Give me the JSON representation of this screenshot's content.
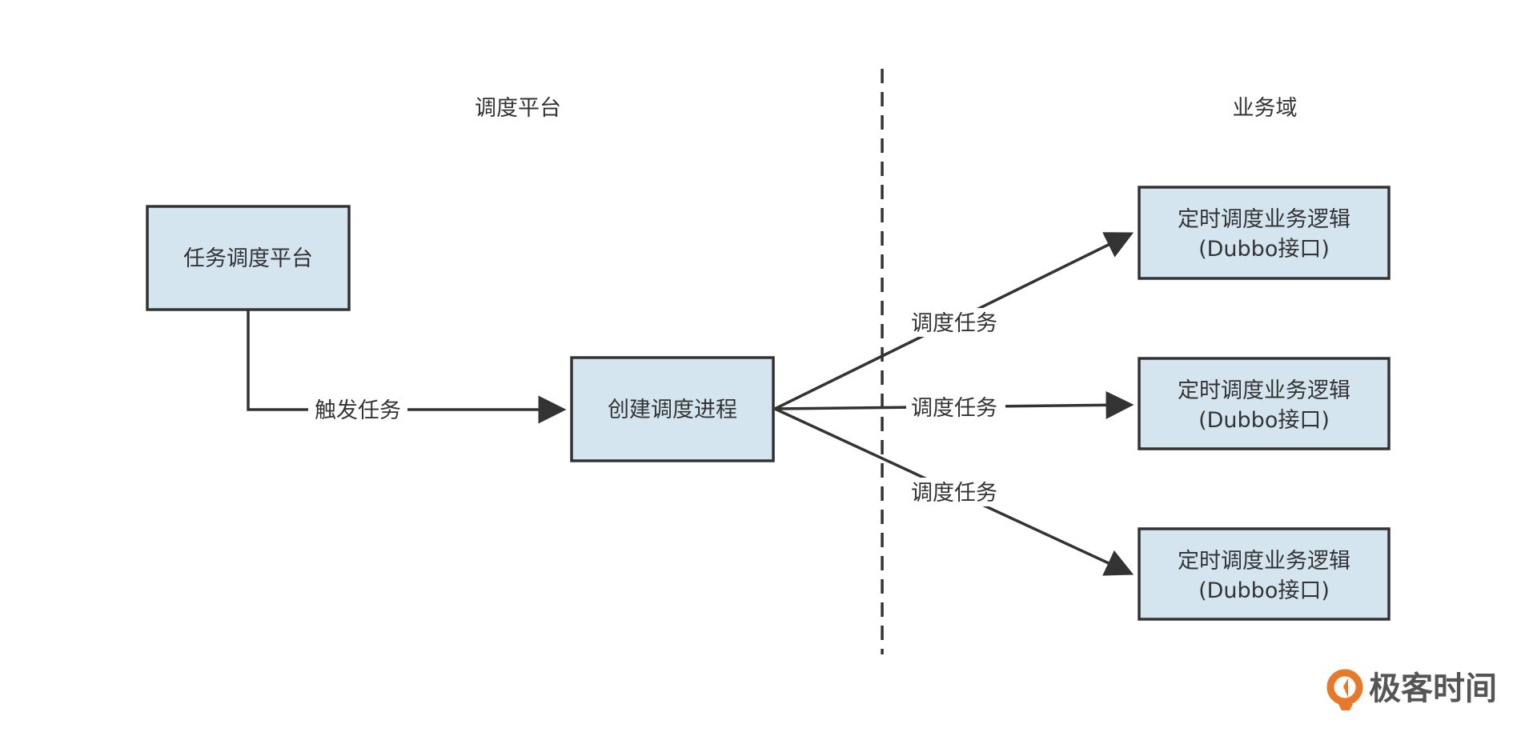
{
  "sections": {
    "left_title": "调度平台",
    "right_title": "业务域"
  },
  "nodes": {
    "task_platform": "任务调度平台",
    "create_process": "创建调度进程",
    "biz_logic": [
      {
        "line1": "定时调度业务逻辑",
        "line2": "(Dubbo接口)"
      },
      {
        "line1": "定时调度业务逻辑",
        "line2": "(Dubbo接口)"
      },
      {
        "line1": "定时调度业务逻辑",
        "line2": "(Dubbo接口)"
      }
    ]
  },
  "edges": {
    "trigger": "触发任务",
    "dispatch": [
      "调度任务",
      "调度任务",
      "调度任务"
    ]
  },
  "colors": {
    "node_fill": "#d5e5ef",
    "stroke": "#333333",
    "logo_orange": "#e8792b"
  },
  "logo": {
    "text": "极客时间"
  }
}
